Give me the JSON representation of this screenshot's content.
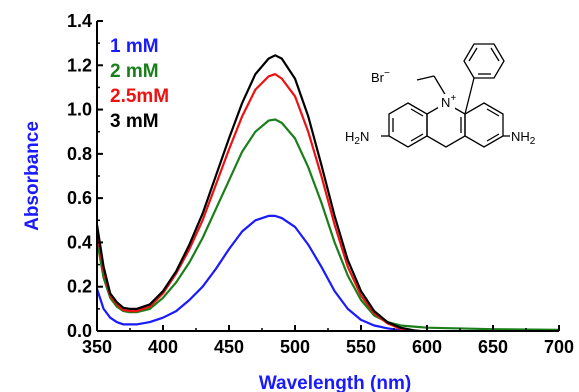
{
  "chart_data": {
    "type": "line",
    "title": "",
    "xlabel": "Wavelength (nm)",
    "ylabel": "Absorbance",
    "xlim": [
      350,
      700
    ],
    "ylim": [
      0.0,
      1.4
    ],
    "x_ticks": [
      "350",
      "400",
      "450",
      "500",
      "550",
      "600",
      "650",
      "700"
    ],
    "y_ticks": [
      "0.0",
      "0.2",
      "0.4",
      "0.6",
      "0.8",
      "1.0",
      "1.2",
      "1.4"
    ],
    "grid": false,
    "legend_position": "top-left",
    "series": [
      {
        "name": "1  mM",
        "color": "#1a1aff",
        "points": [
          [
            350,
            0.19
          ],
          [
            355,
            0.1
          ],
          [
            360,
            0.06
          ],
          [
            365,
            0.04
          ],
          [
            370,
            0.03
          ],
          [
            380,
            0.03
          ],
          [
            390,
            0.04
          ],
          [
            400,
            0.06
          ],
          [
            410,
            0.09
          ],
          [
            420,
            0.14
          ],
          [
            430,
            0.2
          ],
          [
            440,
            0.28
          ],
          [
            450,
            0.37
          ],
          [
            460,
            0.45
          ],
          [
            470,
            0.5
          ],
          [
            480,
            0.52
          ],
          [
            485,
            0.52
          ],
          [
            490,
            0.51
          ],
          [
            500,
            0.47
          ],
          [
            510,
            0.39
          ],
          [
            520,
            0.29
          ],
          [
            530,
            0.18
          ],
          [
            540,
            0.1
          ],
          [
            550,
            0.05
          ],
          [
            560,
            0.025
          ],
          [
            570,
            0.012
          ],
          [
            580,
            0.003
          ],
          [
            585,
            0.0
          ]
        ]
      },
      {
        "name": "2  mM",
        "color": "#1a7f1a",
        "points": [
          [
            350,
            0.41
          ],
          [
            355,
            0.24
          ],
          [
            360,
            0.15
          ],
          [
            365,
            0.11
          ],
          [
            370,
            0.09
          ],
          [
            375,
            0.085
          ],
          [
            380,
            0.085
          ],
          [
            390,
            0.1
          ],
          [
            400,
            0.15
          ],
          [
            410,
            0.22
          ],
          [
            420,
            0.31
          ],
          [
            430,
            0.42
          ],
          [
            440,
            0.55
          ],
          [
            450,
            0.68
          ],
          [
            460,
            0.81
          ],
          [
            470,
            0.9
          ],
          [
            480,
            0.95
          ],
          [
            485,
            0.955
          ],
          [
            490,
            0.94
          ],
          [
            500,
            0.87
          ],
          [
            510,
            0.74
          ],
          [
            520,
            0.58
          ],
          [
            530,
            0.4
          ],
          [
            540,
            0.25
          ],
          [
            550,
            0.14
          ],
          [
            560,
            0.07
          ],
          [
            570,
            0.04
          ],
          [
            580,
            0.025
          ],
          [
            590,
            0.02
          ],
          [
            600,
            0.015
          ],
          [
            650,
            0.008
          ],
          [
            700,
            0.005
          ]
        ]
      },
      {
        "name": "2.5mM",
        "color": "#ee1111",
        "points": [
          [
            350,
            0.45
          ],
          [
            355,
            0.27
          ],
          [
            360,
            0.16
          ],
          [
            365,
            0.12
          ],
          [
            370,
            0.095
          ],
          [
            375,
            0.09
          ],
          [
            380,
            0.09
          ],
          [
            390,
            0.11
          ],
          [
            400,
            0.17
          ],
          [
            410,
            0.26
          ],
          [
            420,
            0.37
          ],
          [
            430,
            0.5
          ],
          [
            440,
            0.66
          ],
          [
            450,
            0.82
          ],
          [
            460,
            0.97
          ],
          [
            470,
            1.09
          ],
          [
            480,
            1.15
          ],
          [
            485,
            1.16
          ],
          [
            490,
            1.14
          ],
          [
            500,
            1.06
          ],
          [
            510,
            0.9
          ],
          [
            520,
            0.7
          ],
          [
            530,
            0.48
          ],
          [
            540,
            0.29
          ],
          [
            550,
            0.16
          ],
          [
            560,
            0.08
          ],
          [
            570,
            0.035
          ],
          [
            580,
            0.01
          ],
          [
            590,
            0.0
          ]
        ]
      },
      {
        "name": "3  mM",
        "color": "#000000",
        "points": [
          [
            350,
            0.48
          ],
          [
            355,
            0.29
          ],
          [
            360,
            0.17
          ],
          [
            365,
            0.13
          ],
          [
            370,
            0.105
          ],
          [
            375,
            0.1
          ],
          [
            380,
            0.1
          ],
          [
            390,
            0.12
          ],
          [
            400,
            0.18
          ],
          [
            410,
            0.27
          ],
          [
            420,
            0.39
          ],
          [
            430,
            0.53
          ],
          [
            440,
            0.7
          ],
          [
            450,
            0.87
          ],
          [
            460,
            1.03
          ],
          [
            470,
            1.16
          ],
          [
            480,
            1.23
          ],
          [
            485,
            1.245
          ],
          [
            490,
            1.23
          ],
          [
            500,
            1.14
          ],
          [
            510,
            0.97
          ],
          [
            520,
            0.75
          ],
          [
            530,
            0.52
          ],
          [
            540,
            0.32
          ],
          [
            550,
            0.18
          ],
          [
            560,
            0.09
          ],
          [
            570,
            0.04
          ],
          [
            580,
            0.015
          ],
          [
            590,
            0.003
          ],
          [
            595,
            0.0
          ]
        ]
      }
    ]
  },
  "structure": {
    "counterion": "Br",
    "counterion_charge": "−",
    "nitrogen": "N",
    "nitrogen_charge": "+",
    "left_group": "H2N",
    "right_group": "NH2"
  },
  "colors": {
    "axis_title": "#1a1aff",
    "axis": "#000000"
  }
}
